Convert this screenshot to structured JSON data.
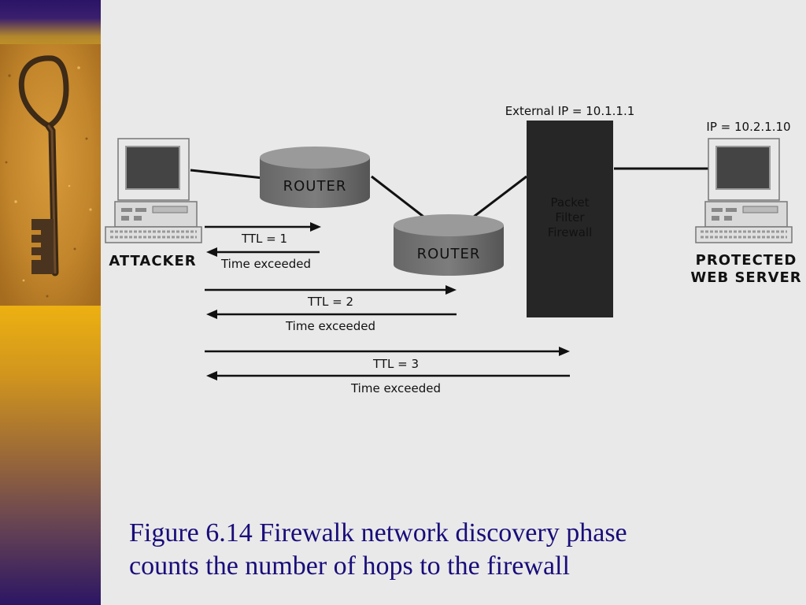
{
  "diagram": {
    "external_ip_label": "External IP =  10.1.1.1",
    "server_ip_label": "IP =  10.2.1.10",
    "router1_label": "ROUTER",
    "router2_label": "ROUTER",
    "firewall_lines": [
      "Packet",
      "Filter",
      "Firewall"
    ],
    "attacker_label": "ATTACKER",
    "server_label_lines": [
      "PROTECTED",
      "WEB SERVER"
    ],
    "probes": [
      {
        "ttl": "TTL =  1",
        "reply": "Time exceeded"
      },
      {
        "ttl": "TTL =  2",
        "reply": "Time exceeded"
      },
      {
        "ttl": "TTL =  3",
        "reply": "Time exceeded"
      }
    ]
  },
  "caption": {
    "line1": "Figure 6.14  Firewalk network discovery phase",
    "line2": "counts the number of hops to the firewall"
  }
}
